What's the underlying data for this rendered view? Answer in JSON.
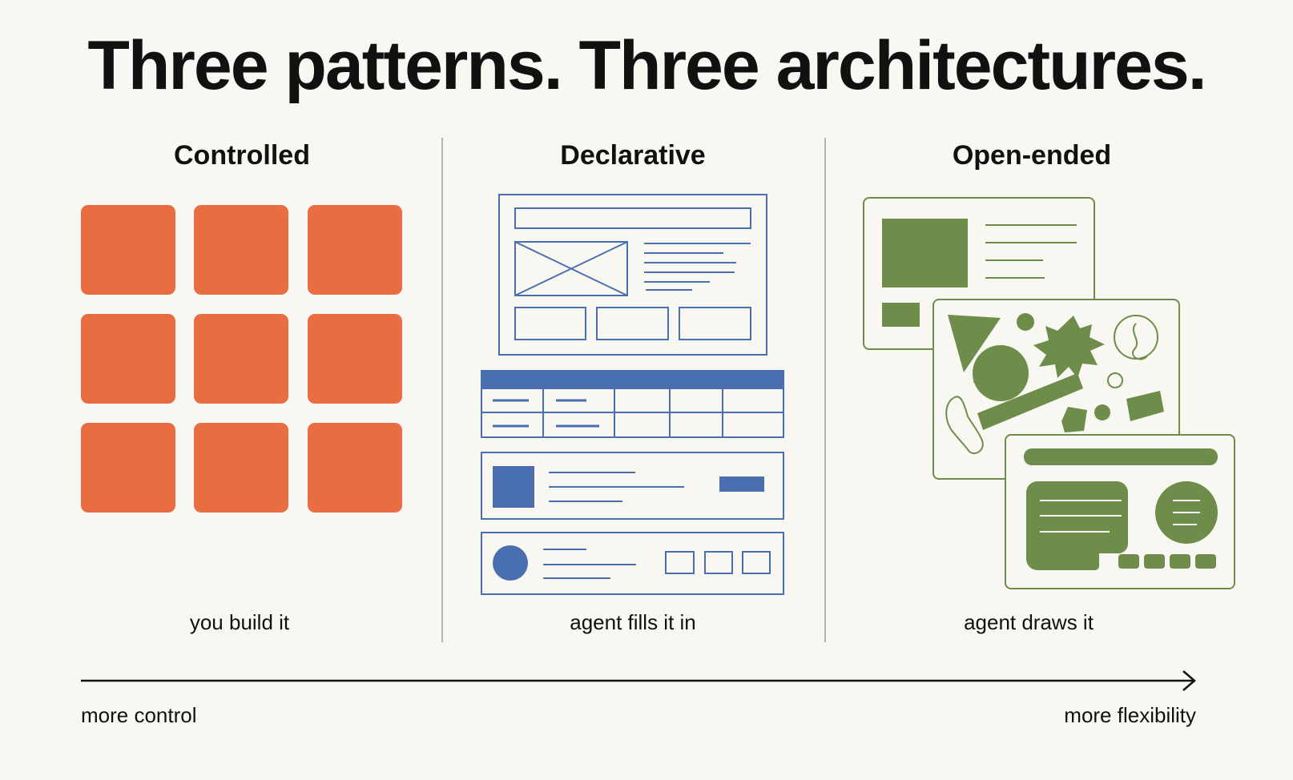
{
  "title": "Three patterns. Three architectures.",
  "columns": [
    {
      "heading": "Controlled",
      "caption": "you build it"
    },
    {
      "heading": "Declarative",
      "caption": "agent fills it in"
    },
    {
      "heading": "Open-ended",
      "caption": "agent draws it"
    }
  ],
  "axis": {
    "left_label": "more control",
    "right_label": "more flexibility"
  },
  "colors": {
    "background": "#f9f7f2",
    "controlled": "#e86d40",
    "declarative": "#4a6fb0",
    "open_ended": "#6e8d4b",
    "text": "#111111"
  }
}
